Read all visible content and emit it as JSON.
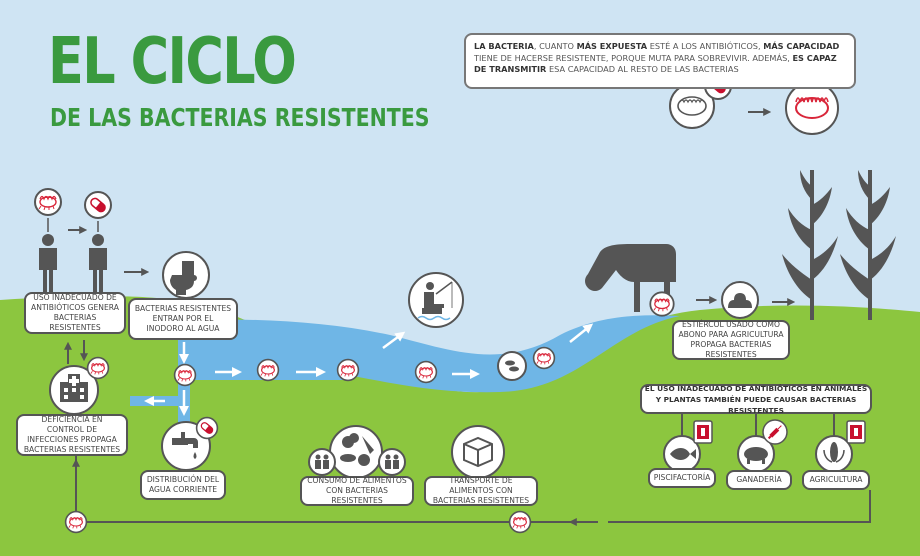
{
  "title": {
    "main": "EL CICLO",
    "sub": "DE LAS BACTERIAS RESISTENTES"
  },
  "intro": {
    "p1": "LA BACTERIA",
    "p2": ", CUANTO ",
    "p3": "MÁS EXPUESTA",
    "p4": " ESTÉ A LOS ANTIBIÓTICOS, ",
    "p5": "MÁS CAPACIDAD",
    "p6": " TIENE DE HACERSE RESISTENTE, PORQUE MUTA PARA SOBREVIVIR. ADEMÁS, ",
    "p7": "ES CAPAZ DE TRANSMITIR",
    "p8": " ESA CAPACIDAD AL RESTO DE LAS BACTERIAS"
  },
  "steps": {
    "misuse": "USO INADECUADO DE ANTIBIÓTICOS GENERA BACTERIAS RESISTENTES",
    "toilet": "BACTERIAS RESISTENTES ENTRAN POR EL INODORO AL AGUA",
    "deficiency": "DEFICIENCIA EN CONTROL DE INFECCIONES PROPAGA BACTERIAS RESISTENTES",
    "tap": "DISTRIBUCIÓN DEL AGUA CORRIENTE",
    "consumption": "CONSUMO DE ALIMENTOS CON BACTERIAS RESISTENTES",
    "transport": "TRANSPORTE DE ALIMENTOS CON BACTERIAS RESISTENTES",
    "manure": "ESTIÉRCOL USADO COMO ABONO PARA AGRICULTURA PROPAGA BACTERIAS RESISTENTES",
    "animals_plants": "EL USO INADECUADO DE ANTIBIÓTICOS EN ANIMALES Y PLANTAS TAMBIÉN PUEDE CAUSAR BACTERIAS RESISTENTES",
    "fish_farm": "PISCIFACTORÍA",
    "livestock": "GANADERÍA",
    "agriculture": "AGRICULTURA"
  },
  "colors": {
    "sky": "#cfe4f3",
    "grass": "#8cc63f",
    "grass_dark": "#7ab534",
    "water": "#6fb6e6",
    "title": "#3a9a3f",
    "icon_dark": "#555555",
    "bacteria_red": "#d9263a",
    "pill_red": "#c8102e"
  },
  "icons": [
    "bacteria-icon",
    "pill-icon",
    "person-icon",
    "toilet-icon",
    "hospital-icon",
    "tap-icon",
    "fisherman-icon",
    "cow-icon",
    "manure-icon",
    "corn-icon",
    "vegetables-icon",
    "box-icon",
    "fish-icon",
    "pig-icon",
    "syringe-icon",
    "medicine-bottle-icon"
  ]
}
